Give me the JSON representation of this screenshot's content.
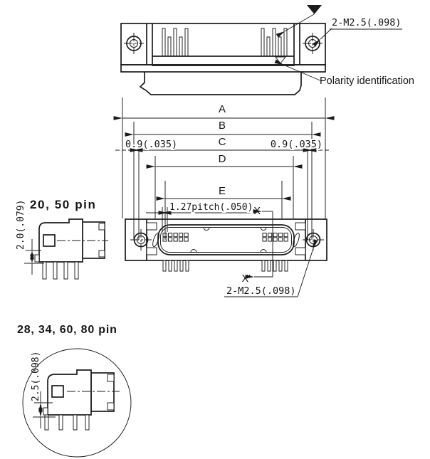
{
  "colors": {
    "line": "#1b1b1b",
    "background": "#ffffff"
  },
  "views": {
    "top_view": {
      "screw_label": "2-M2.5(.098)",
      "polarity_label": "Polarity identification"
    },
    "dimensions": {
      "A": "A",
      "B": "B",
      "C": "C",
      "D": "D",
      "E": "E",
      "offset_left": "0.9(.035)",
      "offset_right": "0.9(.035)",
      "pitch": "1.27pitch(.050)",
      "section_start": "X",
      "section_end": "X'"
    },
    "front_view": {
      "screw_label": "2-M2.5(.098)"
    },
    "side_view_20_50": {
      "title": "20, 50 pin",
      "height_dim": "2.0(.079)"
    },
    "detail_view_28_34_60_80": {
      "title": "28, 34, 60, 80 pin",
      "height_dim": "2.5(.098)"
    }
  }
}
